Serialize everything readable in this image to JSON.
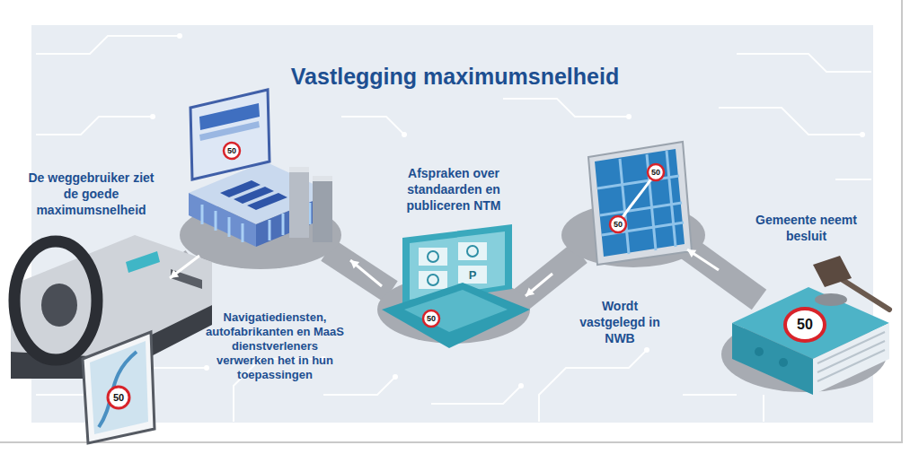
{
  "diagram": {
    "title": "Vastlegging maximumsnelheid",
    "nodes": [
      {
        "text": [
          "De weggebruiker ziet de goede maximumsnelheid"
        ]
      },
      {
        "text": [
          "Navigatiediensten, autofabrikanten en MaaS dienstverleners verwerken het in hun toepassingen"
        ]
      },
      {
        "text": [
          "Afspraken over standaarden en publiceren NTM"
        ]
      },
      {
        "text": [
          "Wordt vastgelegd in NWB"
        ]
      },
      {
        "text": [
          "Gemeente neemt besluit"
        ]
      }
    ],
    "edges": [
      {
        "from": 4,
        "to": 3,
        "arrow": "to"
      },
      {
        "from": 3,
        "to": 2,
        "arrow": "to"
      },
      {
        "from": 2,
        "to": 1,
        "arrow": "to"
      },
      {
        "from": 1,
        "to": 0,
        "arrow": "to"
      }
    ],
    "labels": [
      "50",
      "50",
      "50",
      "P",
      "50",
      "50",
      "50"
    ]
  }
}
